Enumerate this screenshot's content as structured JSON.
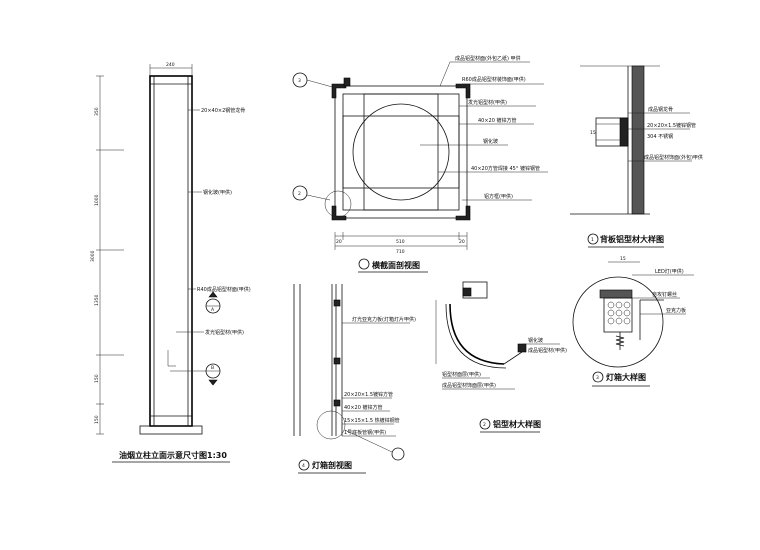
{
  "colors": {
    "ink": "#111111",
    "paper": "#ffffff",
    "panel": "#555555"
  },
  "elevation": {
    "title": "油烟立柱立面示意尺寸图1:30",
    "width_dim": "240",
    "total_height": "3000",
    "segment_dims": [
      "350",
      "1000",
      "1350",
      "150",
      "150"
    ],
    "notes": [
      "20×40×2钢管龙骨",
      "钢化玻(甲供)",
      "R40成品铝型材面(甲供)",
      "发光铝型材(甲供)"
    ],
    "markers": [
      "A",
      "B"
    ]
  },
  "section": {
    "title": "横截面剖视图",
    "marker_labels": [
      "3",
      "2"
    ],
    "dims": [
      "20",
      "510",
      "20",
      "710"
    ],
    "notes": [
      "成品铝型材面(外包乙纸) 甲供",
      "R60成品铝型材装饰面(甲供)",
      "发光铝型材(甲供)",
      "40×20 镀锌方管",
      "钢化玻",
      "40×20方管焊接 45° 镀锌钢管",
      "铝方框(甲供)"
    ]
  },
  "detail1": {
    "title": "背板铝型材大样图",
    "marker": "1",
    "dim": "15",
    "notes": [
      "成品钢龙骨",
      "20×20×1.5镀锌钢管",
      "304 不锈钢",
      "成品铝型材饰面(外包)甲供"
    ]
  },
  "detail2": {
    "title": "铝型材大样图",
    "marker": "2",
    "notes": [
      "钢化玻",
      "成品铝型材(甲供)",
      "铝型材面层(甲供)",
      "成品铝型材饰面层(甲供)"
    ]
  },
  "detail3": {
    "title": "灯箱大样图",
    "marker": "3",
    "dim": "15",
    "notes": [
      "LED灯(甲供)",
      "自攻钉螺丝",
      "亚克力板"
    ]
  },
  "detail4": {
    "title": "灯箱剖视图",
    "marker": "4",
    "notes": [
      "灯光亚克力板(灯箱灯片甲供)",
      "20×20×1.5镀锌方管",
      "40×20 镀锌方管",
      "15×15×1.5 热镀锌钢管",
      "1号底板管钢(甲供)"
    ]
  }
}
